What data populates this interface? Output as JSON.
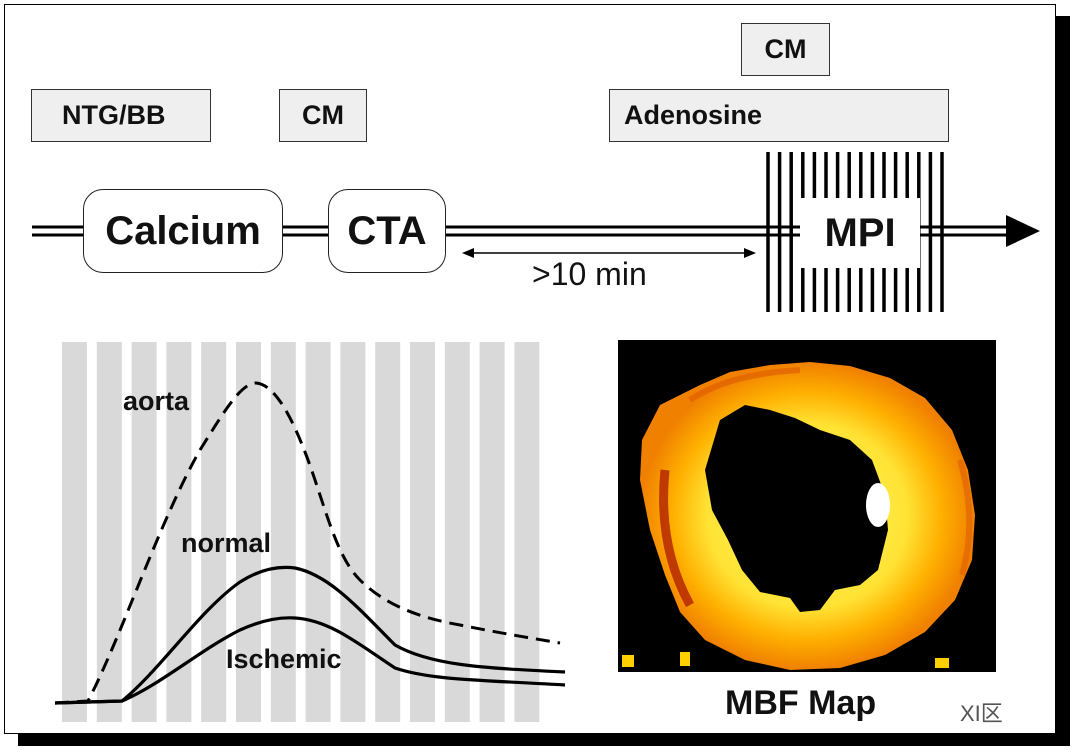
{
  "timeline": {
    "drug_labels": {
      "ntg_bb": "NTG/BB",
      "cm_first": "CM",
      "adenosine": "Adenosine",
      "cm_second": "CM"
    },
    "stages": {
      "calcium": "Calcium",
      "cta": "CTA",
      "mpi": "MPI"
    },
    "interval": ">10 min"
  },
  "curves": {
    "aorta": "aorta",
    "normal": "normal",
    "ischemic": "Ischemic"
  },
  "mbf": {
    "title": "MBF Map"
  },
  "watermark": "XI区",
  "colors": {
    "line": "#000000",
    "box_fill": "#efefef",
    "stripe": "#d9d9d9"
  }
}
